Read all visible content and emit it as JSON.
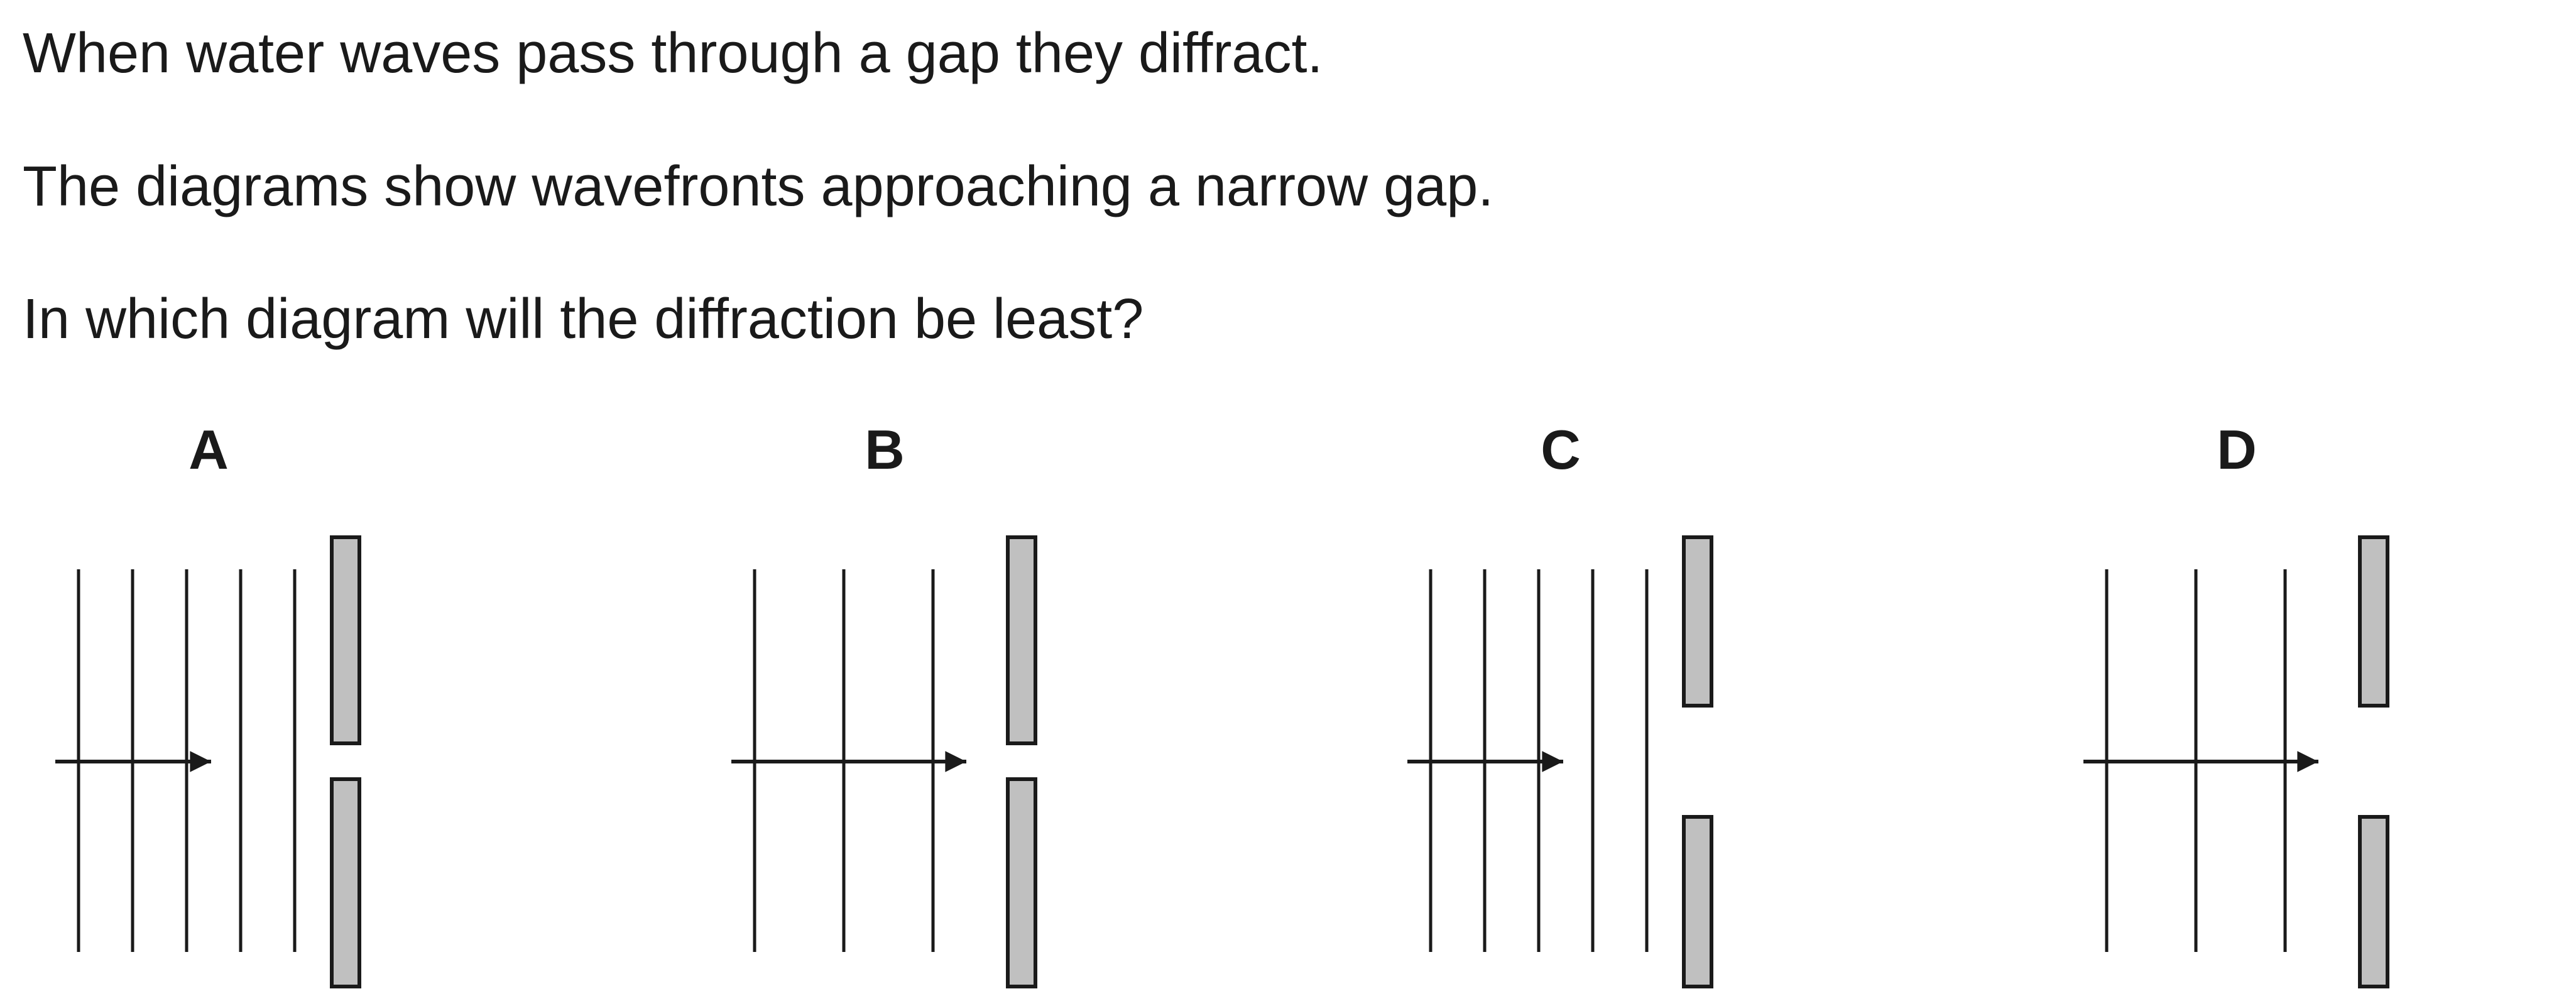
{
  "question": {
    "line1": "When water waves pass through a gap they diffract.",
    "line2": "The diagrams show wavefronts approaching a narrow gap.",
    "line3": "In which diagram will the diffraction be least?"
  },
  "colors": {
    "text": "#1a1a1a",
    "barrier_fill": "#c0c0c0",
    "barrier_stroke": "#1a1a1a",
    "line": "#1a1a1a"
  },
  "options": [
    {
      "label": "A",
      "wavelength": "short",
      "wavefront_count": 5,
      "gap": "narrow"
    },
    {
      "label": "B",
      "wavelength": "long",
      "wavefront_count": 3,
      "gap": "narrow"
    },
    {
      "label": "C",
      "wavelength": "short",
      "wavefront_count": 5,
      "gap": "wide"
    },
    {
      "label": "D",
      "wavelength": "long",
      "wavefront_count": 3,
      "gap": "wide"
    }
  ]
}
